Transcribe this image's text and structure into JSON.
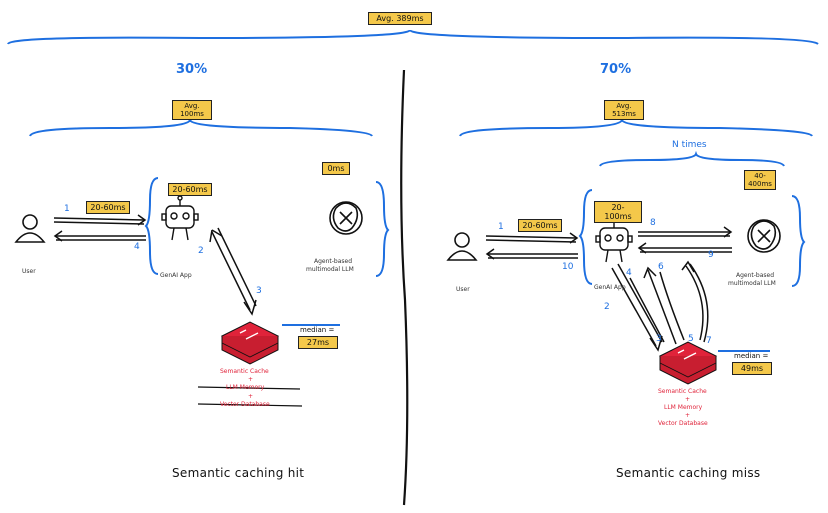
{
  "top": {
    "avg_label": "Avg. 389ms"
  },
  "left": {
    "percent": "30%",
    "avg_label": "Avg. 100ms",
    "tag_client": "20-60ms",
    "tag_app": "20-60ms",
    "tag_llm": "0ms",
    "arrow_1": "1",
    "arrow_4": "4",
    "arrow_2": "2",
    "arrow_3": "3",
    "user_label": "User",
    "app_label": "GenAI App",
    "llm_label_1": "Agent-based",
    "llm_label_2": "multimodal LLM",
    "median_label": "median =",
    "median_value": "27ms",
    "cache_label": "Semantic Cache",
    "plus_1": "+",
    "llm_memory": "LLM Memory",
    "plus_2": "+",
    "vector_db": "Vector Database",
    "caption": "Semantic caching hit"
  },
  "right": {
    "percent": "70%",
    "avg_label": "Avg. 513ms",
    "n_times": "N times",
    "tag_client": "20-60ms",
    "tag_app": "20-100ms",
    "tag_llm": "40-400ms",
    "arrow_1": "1",
    "arrow_10": "10",
    "arrow_8": "8",
    "arrow_9": "9",
    "arrow_2": "2",
    "arrow_3": "3",
    "arrow_4": "4",
    "arrow_5": "5",
    "arrow_6": "6",
    "arrow_7": "7",
    "user_label": "User",
    "app_label": "GenAI App",
    "llm_label_1": "Agent-based",
    "llm_label_2": "multimodal LLM",
    "median_label": "median =",
    "median_value": "49ms",
    "cache_label": "Semantic Cache",
    "plus_1": "+",
    "llm_memory": "LLM Memory",
    "plus_2": "+",
    "vector_db": "Vector Database",
    "caption": "Semantic caching miss"
  },
  "colors": {
    "accent": "#1e6fe0",
    "tag": "#f4c84a",
    "cache_red": "#e0233a",
    "ink": "#111111"
  }
}
